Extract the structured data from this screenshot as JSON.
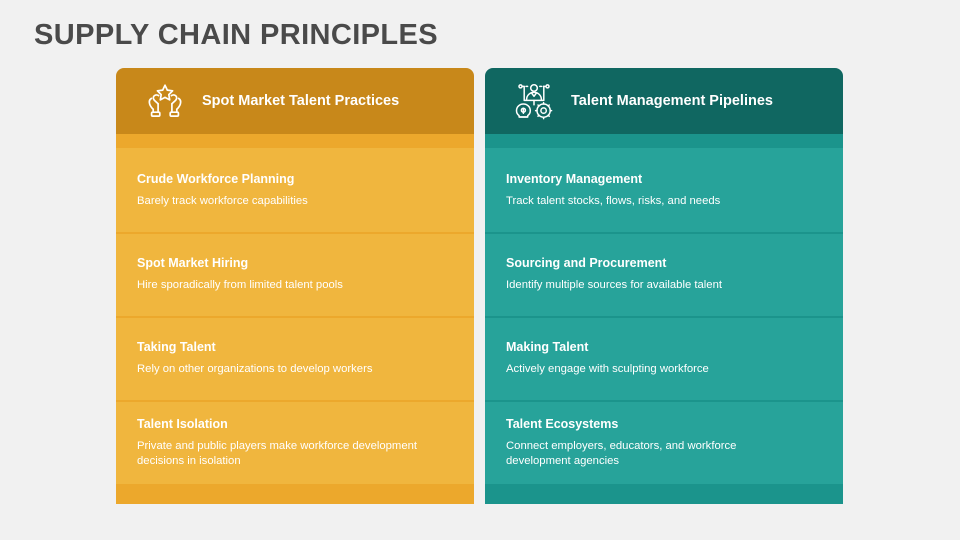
{
  "slide": {
    "title": "SUPPLY CHAIN PRINCIPLES",
    "background_color": "#f1f1f1",
    "title_color": "#4a4a4a"
  },
  "columns": [
    {
      "id": "spot-market-talent-practices",
      "icon": "hands-holding-star-icon",
      "header_title": "Spot Market Talent Practices",
      "colors": {
        "header": "#c8881a",
        "band": "#eca82c",
        "body": "#f0b63e",
        "divider": "#eca82c",
        "footer": "#eca82c"
      },
      "rows": [
        {
          "title": "Crude Workforce Planning",
          "desc": "Barely track workforce capabilities"
        },
        {
          "title": "Spot Market Hiring",
          "desc": "Hire sporadically from limited talent pools"
        },
        {
          "title": "Taking Talent",
          "desc": "Rely on other organizations to develop workers"
        },
        {
          "title": "Talent Isolation",
          "desc": "Private and public players make workforce development decisions in isolation"
        }
      ]
    },
    {
      "id": "talent-management-pipelines",
      "icon": "person-lightbulb-gear-icon",
      "header_title": "Talent Management Pipelines",
      "colors": {
        "header": "#106761",
        "band": "#1b948c",
        "body": "#27a39a",
        "divider": "#1b948c",
        "footer": "#1b948c"
      },
      "rows": [
        {
          "title": "Inventory Management",
          "desc": "Track talent stocks, flows, risks, and needs"
        },
        {
          "title": "Sourcing and Procurement",
          "desc": "Identify multiple sources for available talent"
        },
        {
          "title": "Making Talent",
          "desc": "Actively engage with sculpting workforce"
        },
        {
          "title": "Talent Ecosystems",
          "desc": "Connect employers, educators, and workforce development agencies"
        }
      ]
    }
  ]
}
